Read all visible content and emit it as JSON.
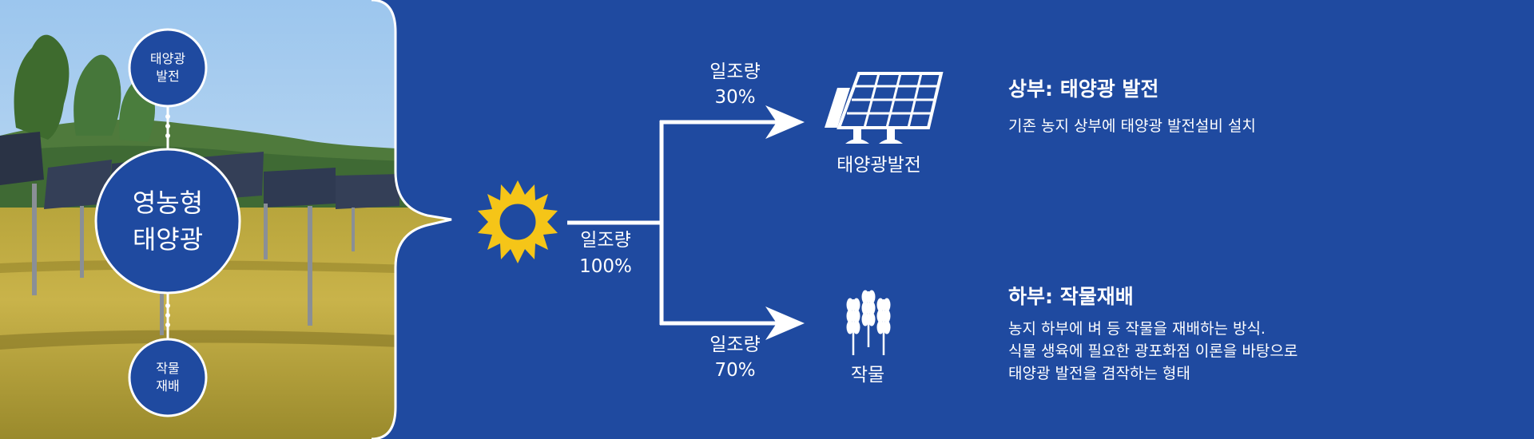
{
  "left_panel": {
    "top_circle": {
      "line1": "태양광",
      "line2": "발전"
    },
    "center_circle": {
      "line1": "영농형",
      "line2": "태양광"
    },
    "bottom_circle": {
      "line1": "작물",
      "line2": "재배"
    }
  },
  "flow": {
    "input": {
      "label": "일조량",
      "value": "100%"
    },
    "upper": {
      "label": "일조량",
      "value": "30%",
      "target_label": "태양광발전"
    },
    "lower": {
      "label": "일조량",
      "value": "70%",
      "target_label": "작물"
    }
  },
  "descriptions": {
    "upper": {
      "title": "상부: 태양광 발전",
      "body": "기존 농지 상부에 태양광 발전설비 설치"
    },
    "lower": {
      "title": "하부: 작물재배",
      "lines": [
        "농지 하부에 벼 등 작물을 재배하는 방식.",
        "식물 생육에 필요한 광포화점 이론을 바탕으로",
        "태양광 발전을 겸작하는 형태"
      ]
    }
  },
  "colors": {
    "background": "#1f4aa0",
    "sun": "#f5c518",
    "text": "#ffffff",
    "circle": "#1f4aa0"
  }
}
